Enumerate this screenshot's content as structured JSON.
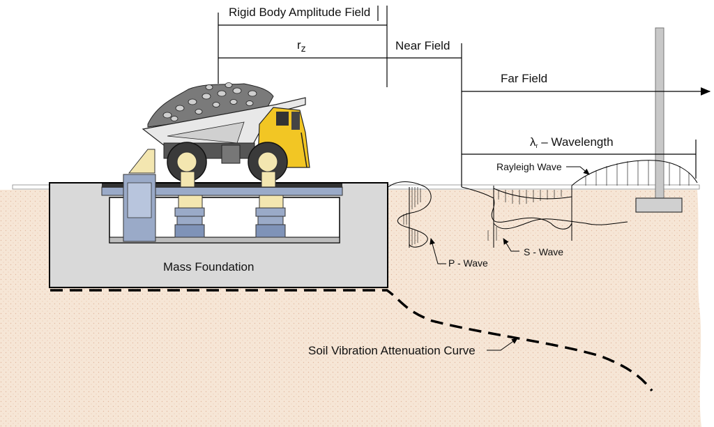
{
  "labels": {
    "rigid_body_field": "Rigid Body Amplitude Field",
    "rz_main": "r",
    "rz_sub": "z",
    "near_field": "Near Field",
    "far_field": "Far Field",
    "lambda_symbol": "λ",
    "lambda_sub": "r",
    "wavelength_text": " – Wavelength",
    "rayleigh_wave": "Rayleigh Wave",
    "p_wave": "P - Wave",
    "s_wave": "S - Wave",
    "mass_foundation": "Mass Foundation",
    "attenuation_curve": "Soil Vibration Attenuation Curve"
  },
  "colors": {
    "soil": "#f6e6d6",
    "foundation": "#d9d9d9",
    "machine_blue": "#9aaac8",
    "support_yellow": "#f3e6b0",
    "truck_yellow": "#f2c624",
    "truck_body": "#e8e8e8",
    "pole": "#c8c8c8"
  }
}
